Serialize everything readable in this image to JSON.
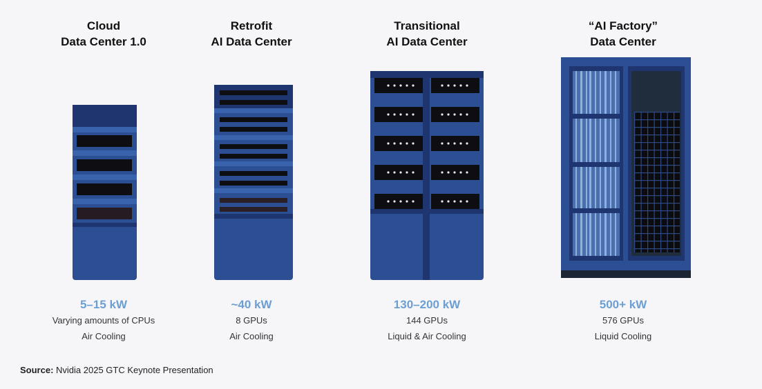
{
  "columns": [
    {
      "title_line1": "Cloud",
      "title_line2": "Data Center 1.0",
      "power": "5–15 kW",
      "detail1": "Varying amounts of CPUs",
      "detail2": "Air Cooling"
    },
    {
      "title_line1": "Retrofit",
      "title_line2": "AI Data Center",
      "power": "~40 kW",
      "detail1": "8 GPUs",
      "detail2": "Air Cooling"
    },
    {
      "title_line1": "Transitional",
      "title_line2": "AI Data Center",
      "power": "130–200 kW",
      "detail1": "144 GPUs",
      "detail2": "Liquid & Air Cooling"
    },
    {
      "title_line1": "“AI Factory”",
      "title_line2": "Data Center",
      "power": "500+ kW",
      "detail1": "576 GPUs",
      "detail2": "Liquid Cooling"
    }
  ],
  "source": {
    "label": "Source:",
    "text": "Nvidia 2025 GTC Keynote Presentation"
  },
  "colors": {
    "rack_body": "#2c4f93",
    "rack_dark": "#1e3570",
    "slot": "#0d0d12",
    "power_accent": "#6b9fd4",
    "background": "#f6f6f8"
  }
}
